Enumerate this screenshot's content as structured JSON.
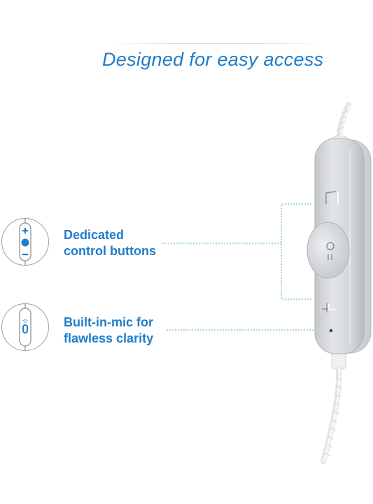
{
  "headline": "Designed for easy access",
  "features": [
    {
      "icon": "control-buttons-icon",
      "line1": "Dedicated",
      "line2": "control buttons"
    },
    {
      "icon": "microphone-icon",
      "line1": "Built-in-mic for",
      "line2": "flawless clarity"
    }
  ],
  "colors": {
    "accent": "#1f7cc8",
    "icon_stroke": "#9aa0a6",
    "leader_line": "#4fb6b0",
    "remote_body": "#d7d9db"
  }
}
